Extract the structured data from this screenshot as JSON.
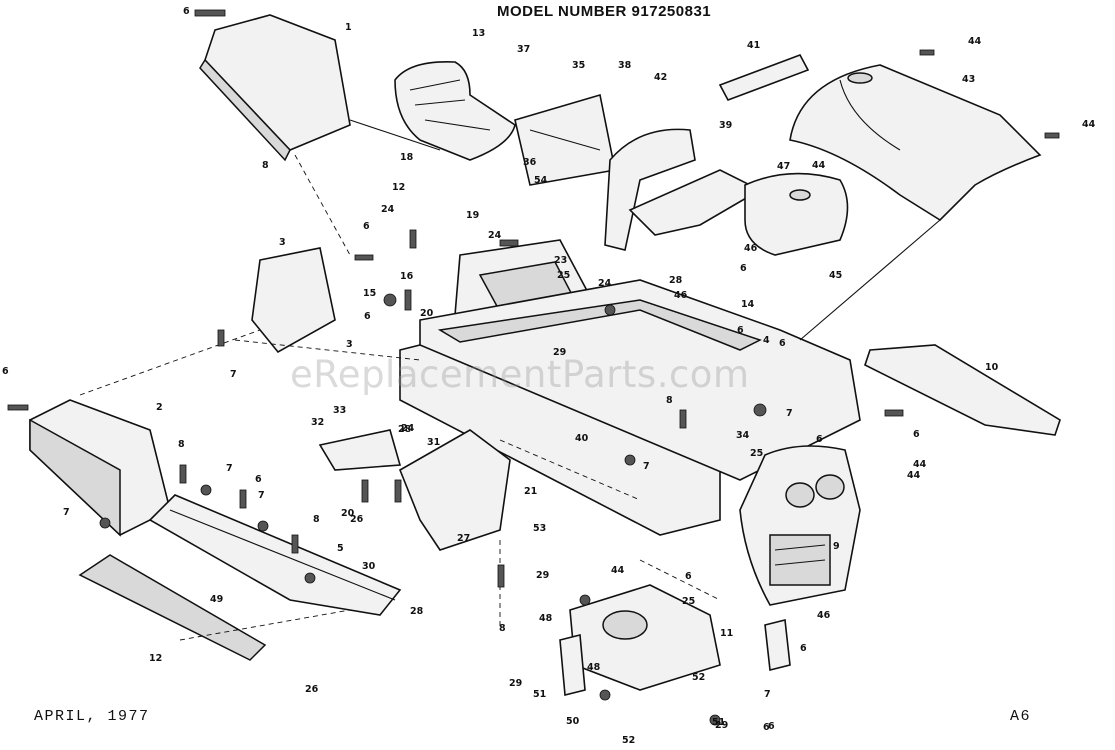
{
  "header": {
    "model_number": "MODEL NUMBER 917250831"
  },
  "footer": {
    "date": "APRIL, 1977",
    "page": "A6"
  },
  "watermark": "eReplacementParts.com",
  "callouts": [
    "6",
    "1",
    "13",
    "37",
    "35",
    "38",
    "42",
    "41",
    "44",
    "43",
    "44",
    "8",
    "39",
    "18",
    "36",
    "44",
    "47",
    "12",
    "54",
    "24",
    "19",
    "24",
    "46",
    "28",
    "6",
    "16",
    "23",
    "25",
    "24",
    "6",
    "46",
    "45",
    "3",
    "15",
    "20",
    "6",
    "14",
    "7",
    "3",
    "6",
    "4",
    "6",
    "6",
    "29",
    "10",
    "8",
    "2",
    "33",
    "32",
    "28",
    "31",
    "40",
    "34",
    "8",
    "7",
    "7",
    "25",
    "6",
    "44",
    "44",
    "6",
    "7",
    "6",
    "7",
    "8",
    "26",
    "24",
    "20",
    "21",
    "27",
    "53",
    "9",
    "7",
    "5",
    "30",
    "28",
    "29",
    "44",
    "6",
    "46",
    "8",
    "25",
    "49",
    "48",
    "11",
    "6",
    "12",
    "29",
    "26",
    "48",
    "51",
    "7",
    "52",
    "6",
    "50",
    "52",
    "29",
    "51",
    "6"
  ]
}
